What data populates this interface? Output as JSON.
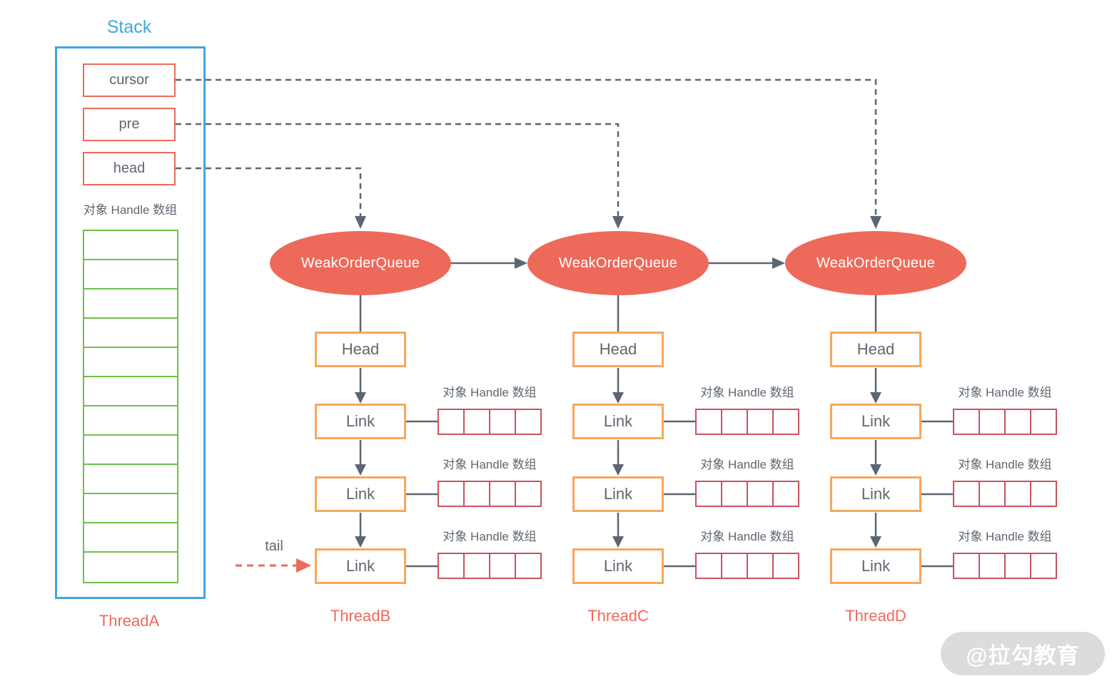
{
  "stack": {
    "title": "Stack",
    "pointers": [
      {
        "label": "cursor"
      },
      {
        "label": "pre"
      },
      {
        "label": "head"
      }
    ],
    "array_label": "对象 Handle 数组",
    "array_cell_count": 12,
    "thread_label": "ThreadA"
  },
  "weak_order_queues": [
    {
      "label": "WeakOrderQueue"
    },
    {
      "label": "WeakOrderQueue"
    },
    {
      "label": "WeakOrderQueue"
    }
  ],
  "threads": [
    {
      "name": "ThreadB",
      "head_label": "Head",
      "links": [
        {
          "label": "Link",
          "array_label": "对象 Handle 数组",
          "array_cell_count": 4
        },
        {
          "label": "Link",
          "array_label": "对象 Handle 数组",
          "array_cell_count": 4
        },
        {
          "label": "Link",
          "array_label": "对象 Handle 数组",
          "array_cell_count": 4
        }
      ]
    },
    {
      "name": "ThreadC",
      "head_label": "Head",
      "links": [
        {
          "label": "Link",
          "array_label": "对象 Handle 数组",
          "array_cell_count": 4
        },
        {
          "label": "Link",
          "array_label": "对象 Handle 数组",
          "array_cell_count": 4
        },
        {
          "label": "Link",
          "array_label": "对象 Handle 数组",
          "array_cell_count": 4
        }
      ]
    },
    {
      "name": "ThreadD",
      "head_label": "Head",
      "links": [
        {
          "label": "Link",
          "array_label": "对象 Handle 数组",
          "array_cell_count": 4
        },
        {
          "label": "Link",
          "array_label": "对象 Handle 数组",
          "array_cell_count": 4
        },
        {
          "label": "Link",
          "array_label": "对象 Handle 数组",
          "array_cell_count": 4
        }
      ]
    }
  ],
  "tail": {
    "label": "tail"
  },
  "watermark": {
    "label": "@拉勾教育"
  },
  "colors": {
    "accent_blue": "#42A5E0",
    "salmon_red": "#ED6A5B",
    "orange": "#F7A75C",
    "green": "#6DC04A",
    "dark_red": "#C9545E",
    "slate_line": "#5C6672",
    "text_gray": "#5E6770",
    "watermark_bg": "#DCDCDC"
  }
}
